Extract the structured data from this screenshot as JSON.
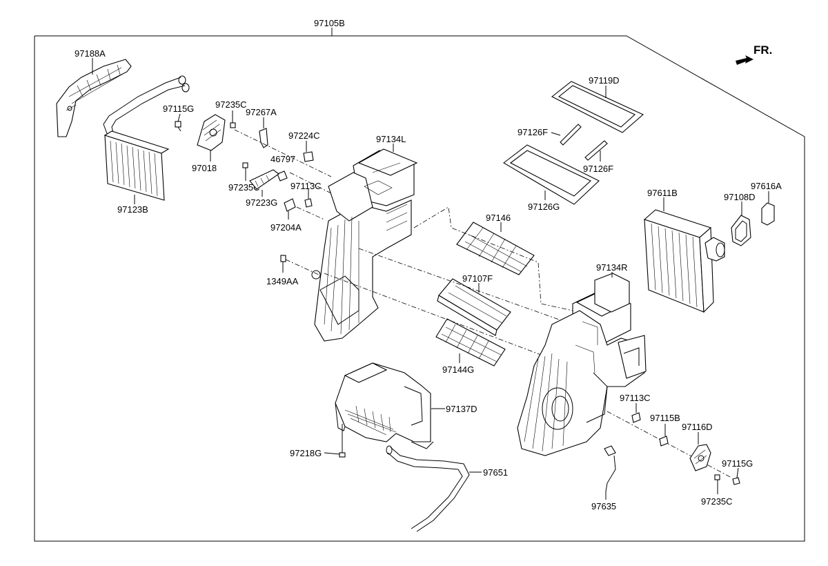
{
  "direction_indicator": "FR.",
  "labels": {
    "p97105B": "97105B",
    "p97188A": "97188A",
    "p97115G_a": "97115G",
    "p97235C_a": "97235C",
    "p97267A": "97267A",
    "p97018": "97018",
    "p97123B": "97123B",
    "p97224C": "97224C",
    "p46797": "46797",
    "p97235C_b": "97235C",
    "p97113C_a": "97113C",
    "p97223G": "97223G",
    "p97204A": "97204A",
    "p1349AA": "1349AA",
    "p97134L": "97134L",
    "p97119D": "97119D",
    "p97126F_a": "97126F",
    "p97126F_b": "97126F",
    "p97126G": "97126G",
    "p97146": "97146",
    "p97611B": "97611B",
    "p97108D": "97108D",
    "p97616A": "97616A",
    "p97134R": "97134R",
    "p97107F": "97107F",
    "p97144G": "97144G",
    "p97137D": "97137D",
    "p97218G": "97218G",
    "p97651": "97651",
    "p97113C_b": "97113C",
    "p97115B": "97115B",
    "p97116D": "97116D",
    "p97115G_b": "97115G",
    "p97235C_c": "97235C",
    "p97635": "97635"
  }
}
